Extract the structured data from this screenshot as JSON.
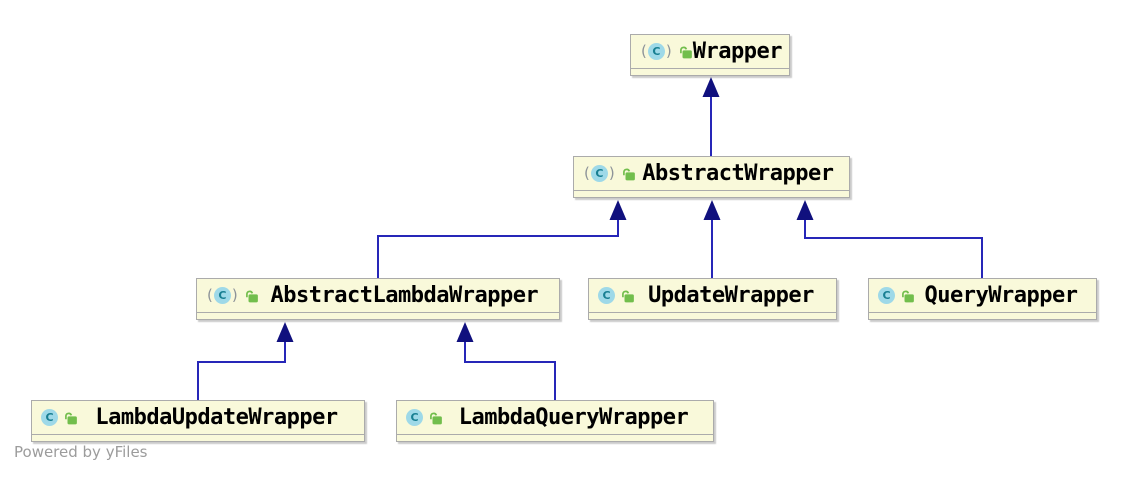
{
  "diagram": {
    "title": "UML class inheritance diagram",
    "icon": {
      "letter": "C",
      "paren_open": "(",
      "paren_close": ")"
    },
    "nodes": [
      {
        "label": "Wrapper",
        "abstract": true
      },
      {
        "label": "AbstractWrapper",
        "abstract": true
      },
      {
        "label": "AbstractLambdaWrapper",
        "abstract": true
      },
      {
        "label": "UpdateWrapper",
        "abstract": false
      },
      {
        "label": "QueryWrapper",
        "abstract": false
      },
      {
        "label": "LambdaUpdateWrapper",
        "abstract": false
      },
      {
        "label": "LambdaQueryWrapper",
        "abstract": false
      }
    ],
    "edges": [
      {
        "from": "AbstractWrapper",
        "to": "Wrapper",
        "type": "extends"
      },
      {
        "from": "AbstractLambdaWrapper",
        "to": "AbstractWrapper",
        "type": "extends"
      },
      {
        "from": "UpdateWrapper",
        "to": "AbstractWrapper",
        "type": "extends"
      },
      {
        "from": "QueryWrapper",
        "to": "AbstractWrapper",
        "type": "extends"
      },
      {
        "from": "LambdaUpdateWrapper",
        "to": "AbstractLambdaWrapper",
        "type": "extends"
      },
      {
        "from": "LambdaQueryWrapper",
        "to": "AbstractLambdaWrapper",
        "type": "extends"
      }
    ],
    "watermark": "Powered by yFiles"
  },
  "colors": {
    "node_fill": "#F9F9DA",
    "node_border": "#ABABAB",
    "edge": "#2626B8",
    "arrowhead": "#10107E",
    "class_icon_fill": "#9ED9E8",
    "class_icon_letter": "#187F92",
    "lock_green": "#72BE4C",
    "watermark_gray": "#9C9C9C"
  }
}
